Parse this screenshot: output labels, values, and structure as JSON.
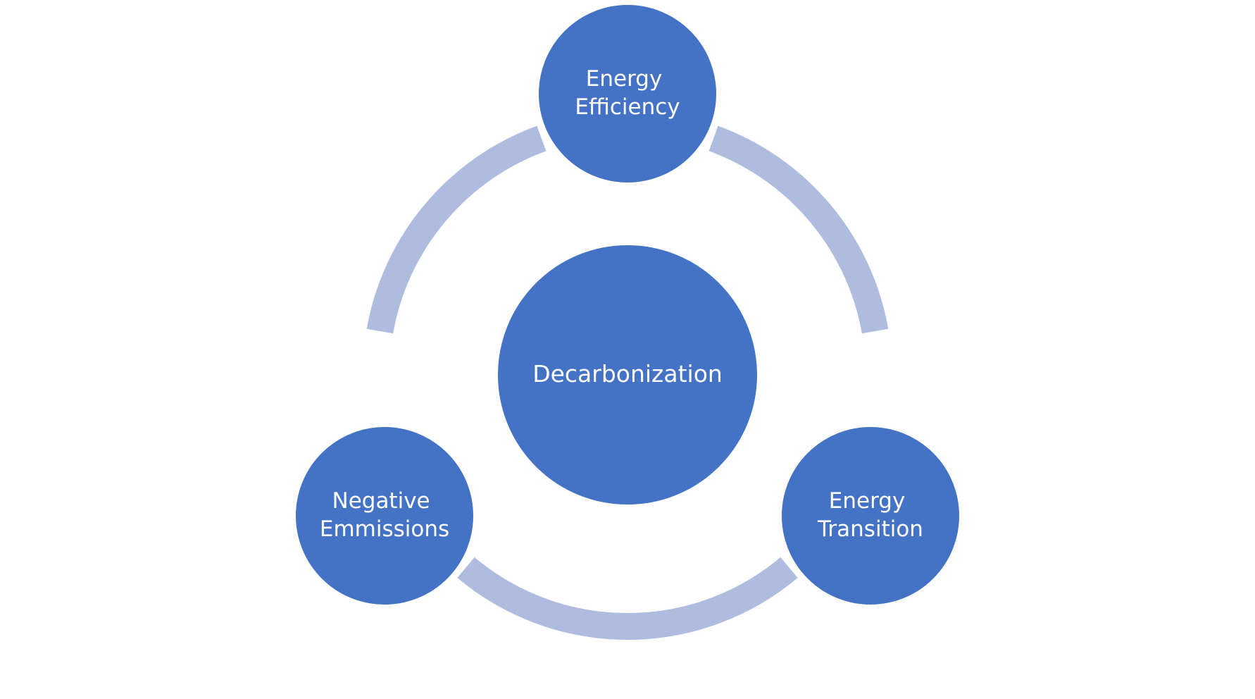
{
  "diagram": {
    "center": {
      "label": "Decarbonization"
    },
    "nodes": [
      {
        "id": "top",
        "lines": [
          "Energy",
          "Efficiency"
        ]
      },
      {
        "id": "right",
        "lines": [
          "Energy",
          "Transition"
        ]
      },
      {
        "id": "left",
        "lines": [
          "Negative",
          "Emmissions"
        ]
      }
    ]
  },
  "colors": {
    "node_fill": "#4472C4",
    "ring_stroke": "#AFBCDF",
    "text": "#FFFFFF",
    "background": "#FFFFFF"
  }
}
